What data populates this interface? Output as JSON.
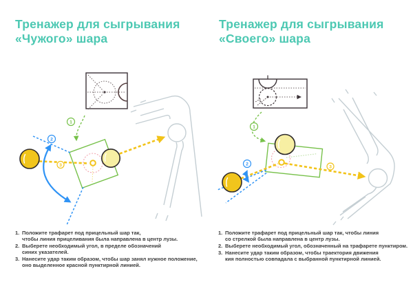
{
  "page": {
    "background": "#ffffff"
  },
  "colors": {
    "accent_teal": "#4cc8b2",
    "step1_green": "#77c14a",
    "step2_blue": "#2f93f5",
    "step3_yellow": "#f2c319",
    "cue_ball_yellow": "#f1c51c",
    "object_ball_pale_yellow": "#f7efa3",
    "target_red": "#f2a4ae",
    "table_gray": "#c4ced3",
    "ink_dark": "#3a3136",
    "text_color": "#3d3d3d"
  },
  "panels": [
    {
      "id": "foreign-ball-trainer",
      "title": "Тренажер для сыгрывания\n«Чужого» шара",
      "badges": [
        "1",
        "2",
        "3"
      ],
      "step_numbers": [
        "1.",
        "2.",
        "3."
      ],
      "steps": [
        "Положите трафарет под прицельный шар так,\nчтобы линия прицеливания была направлена в центр лузы.",
        "Выберете необходимый угол, в пределе обозначений\nсиних указателей.",
        "Нанесите удар таким образом, чтобы шар занял нужное положение,\nоно выделенное красной пунктирной линией."
      ]
    },
    {
      "id": "own-ball-trainer",
      "title": "Тренажер для сыгрывания\n«Своего» шара",
      "badges": [
        "1",
        "2",
        "3"
      ],
      "step_numbers": [
        "1.",
        "2.",
        "3."
      ],
      "steps": [
        "Положите трафарет под прицельный шар так, чтобы линия\nсо стрелкой была направлена в центр лузы.",
        "Выберете необходимый угол, обозначенный на трафарете пунктиром.",
        "Нанесите удар таким образом, чтобы траектория движения\nкия полностью совпадала с выбранной пунктирной линией."
      ]
    }
  ]
}
